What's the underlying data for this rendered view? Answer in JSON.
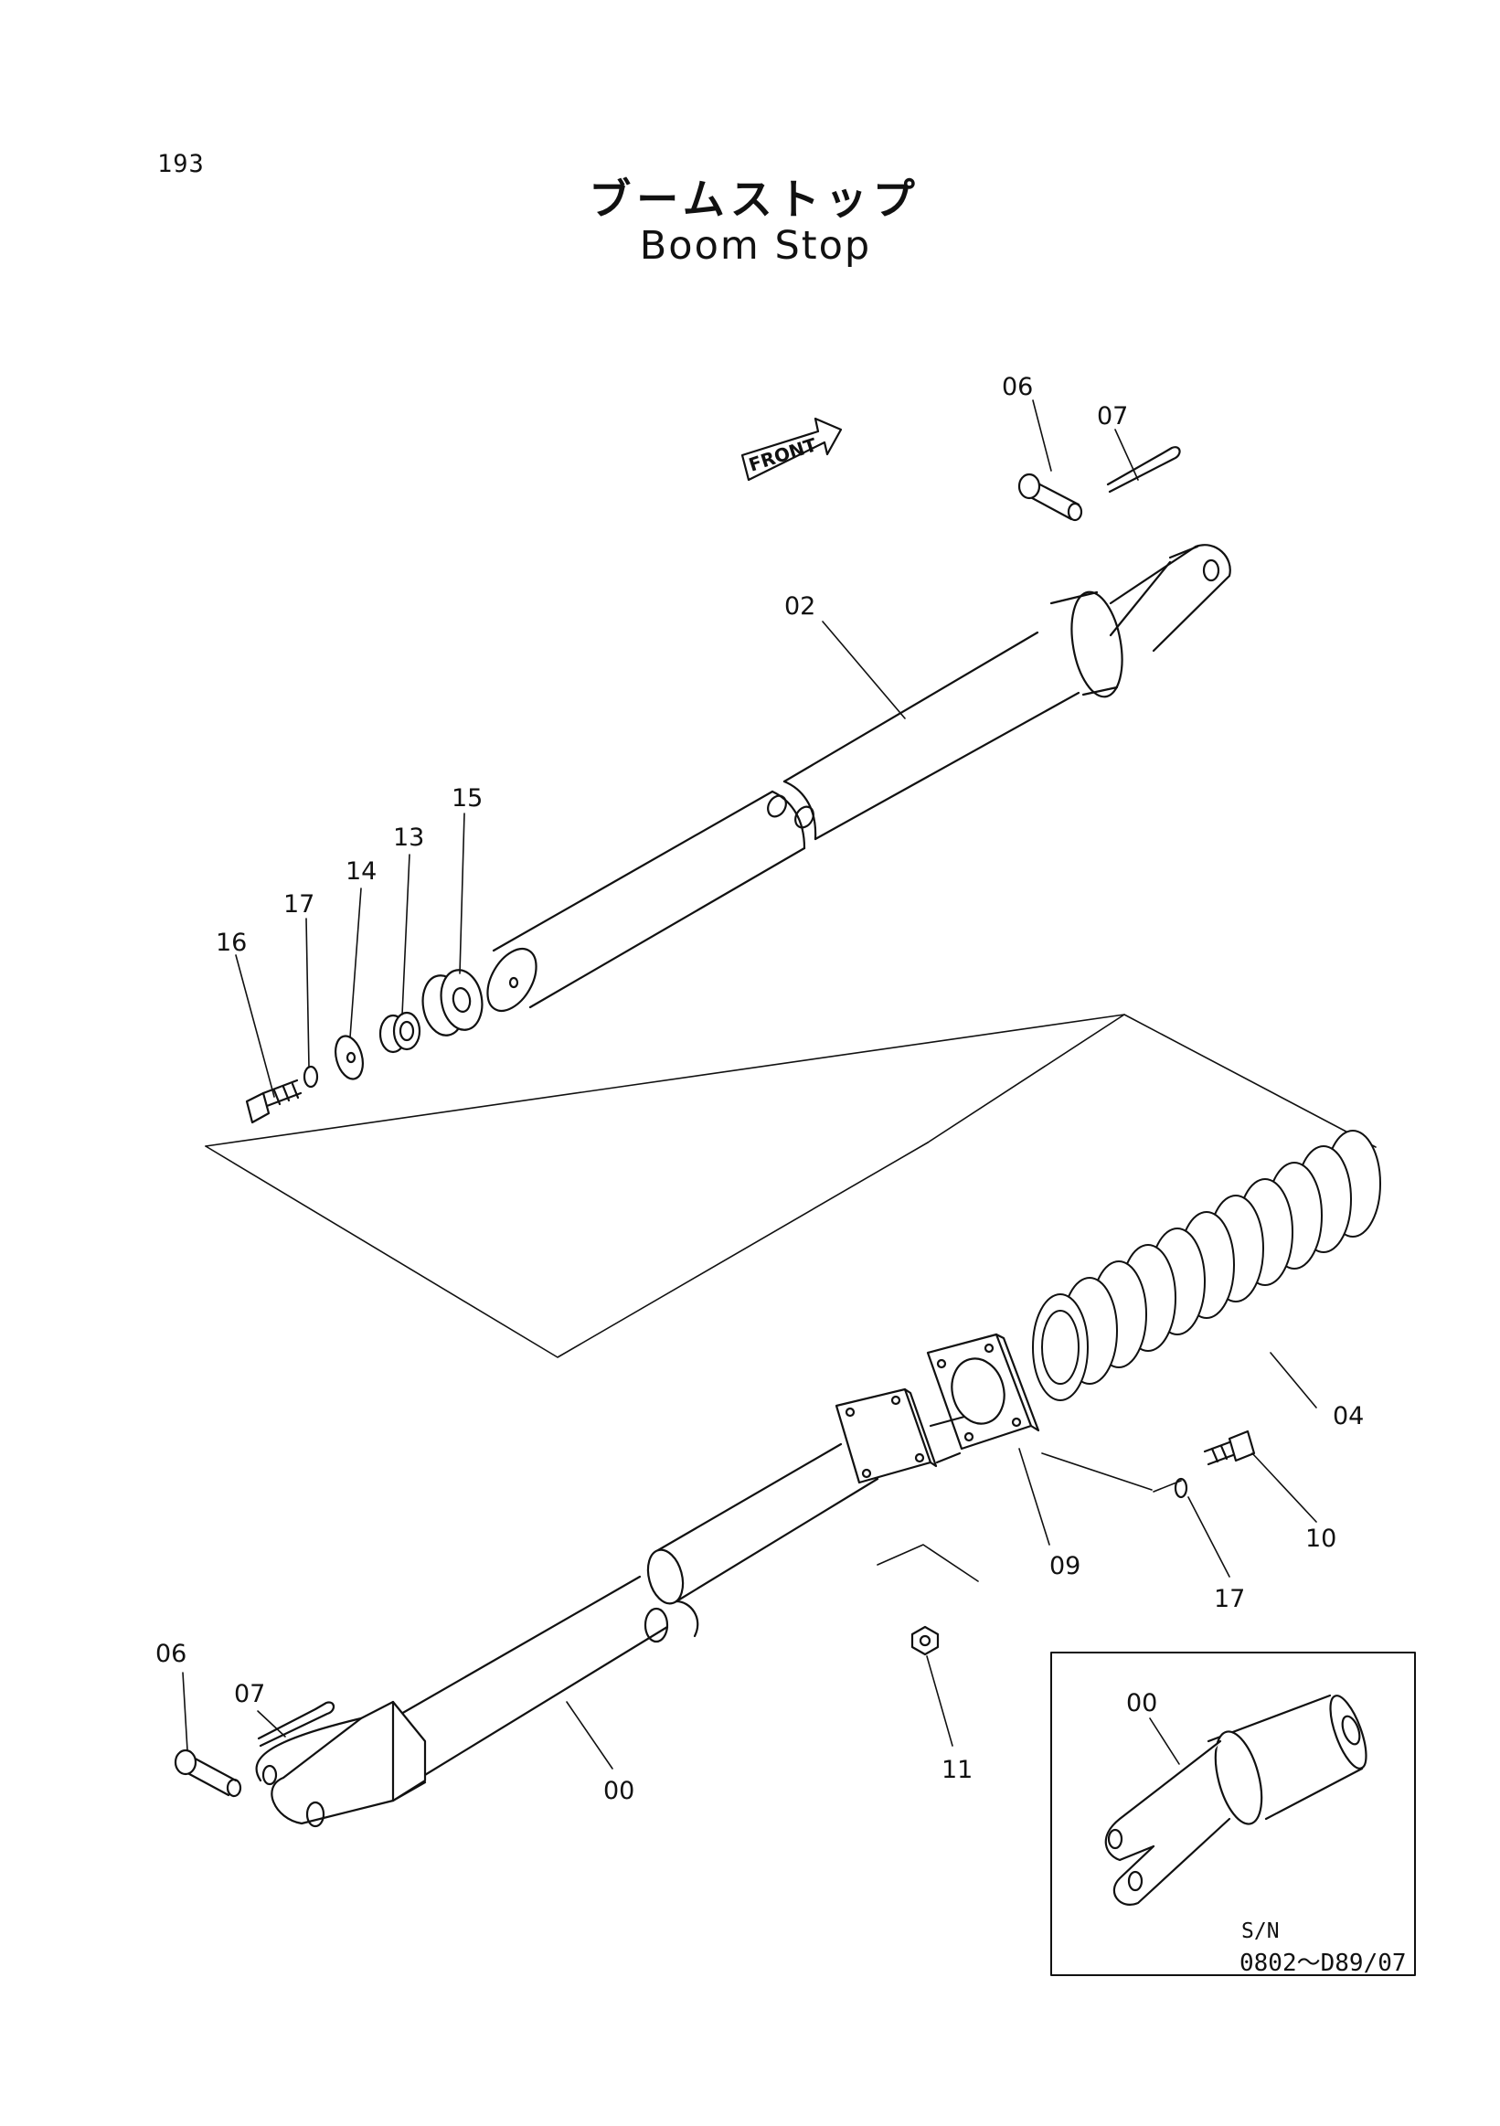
{
  "page_number": "193",
  "title_jp": "ブームストップ",
  "title_en": "Boom Stop",
  "front_label": "FRONT",
  "callouts": [
    {
      "id": "c-06-top",
      "text": "06"
    },
    {
      "id": "c-07-top",
      "text": "07"
    },
    {
      "id": "c-02",
      "text": "02"
    },
    {
      "id": "c-15",
      "text": "15"
    },
    {
      "id": "c-13",
      "text": "13"
    },
    {
      "id": "c-14",
      "text": "14"
    },
    {
      "id": "c-17-top",
      "text": "17"
    },
    {
      "id": "c-16",
      "text": "16"
    },
    {
      "id": "c-04",
      "text": "04"
    },
    {
      "id": "c-10",
      "text": "10"
    },
    {
      "id": "c-09",
      "text": "09"
    },
    {
      "id": "c-17-bot",
      "text": "17"
    },
    {
      "id": "c-06-bot",
      "text": "06"
    },
    {
      "id": "c-07-bot",
      "text": "07"
    },
    {
      "id": "c-11",
      "text": "11"
    },
    {
      "id": "c-00",
      "text": "00"
    },
    {
      "id": "c-00-inset",
      "text": "00"
    }
  ],
  "inset": {
    "sn_label": "S/N",
    "sn_range": "0802～D89/07"
  }
}
